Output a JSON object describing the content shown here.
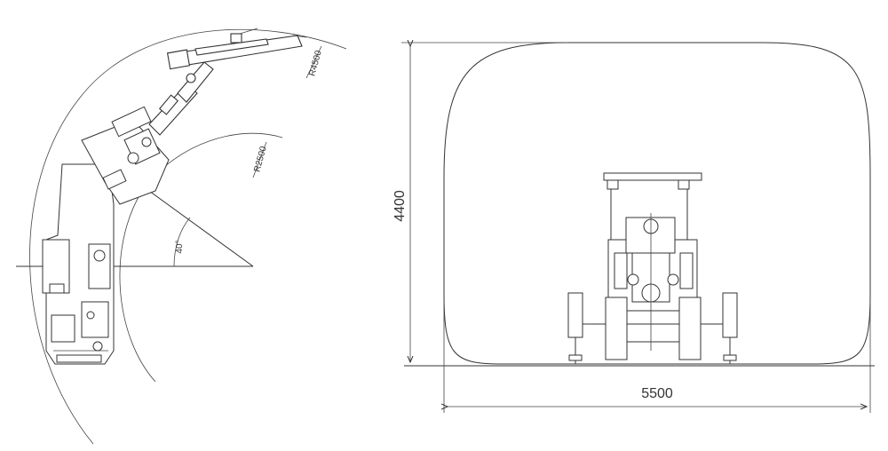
{
  "plan_view": {
    "outer_radius_label": "R4500",
    "inner_radius_label": "R2500",
    "angle_label": "40°"
  },
  "section_view": {
    "height_label": "4400",
    "width_label": "5500"
  },
  "colors": {
    "line": "#333333",
    "background": "#ffffff"
  }
}
